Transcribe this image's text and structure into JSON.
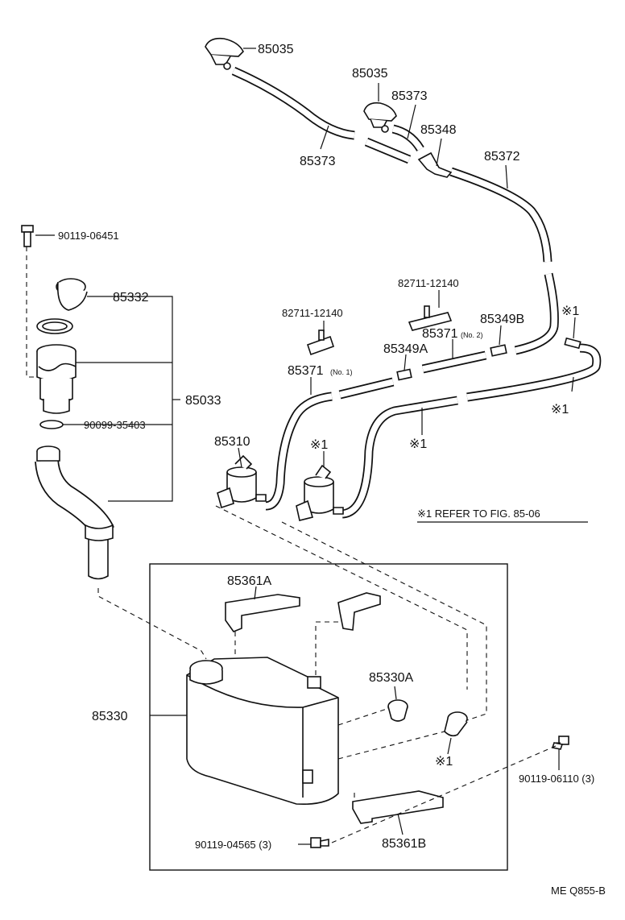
{
  "diagram": {
    "callouts": {
      "nozzle_left": "85035",
      "nozzle_right": "85035",
      "hose_upper_right": "85373",
      "hose_upper_left": "85373",
      "joint_85348": "85348",
      "hose_85372": "85372",
      "bolt_top": "90119-06451",
      "cap": "85332",
      "inlet_assy": "85033",
      "oring": "90099-35403",
      "clip_left": "82711-12140",
      "clip_right": "82711-12140",
      "check_valve_b": "85349B",
      "hose_no2": "85371",
      "hose_no2_suffix": "(No. 2)",
      "check_valve_a": "85349A",
      "hose_no1": "85371",
      "hose_no1_suffix": "(No. 1)",
      "pump_motor": "85310",
      "ref_mark_1": "※1",
      "ref_mark_2": "※1",
      "ref_mark_3": "※1",
      "ref_mark_4": "※1",
      "ref_mark_5": "※1",
      "refer_note": "※1 REFER TO FIG. 85-06",
      "bracket_top": "85361A",
      "tank": "85330",
      "grommet": "85330A",
      "bolt_right": "90119-06110 (3)",
      "bolt_bottom": "90119-04565 (3)",
      "bracket_bottom": "85361B",
      "figure_code": "ME Q855-B"
    }
  }
}
